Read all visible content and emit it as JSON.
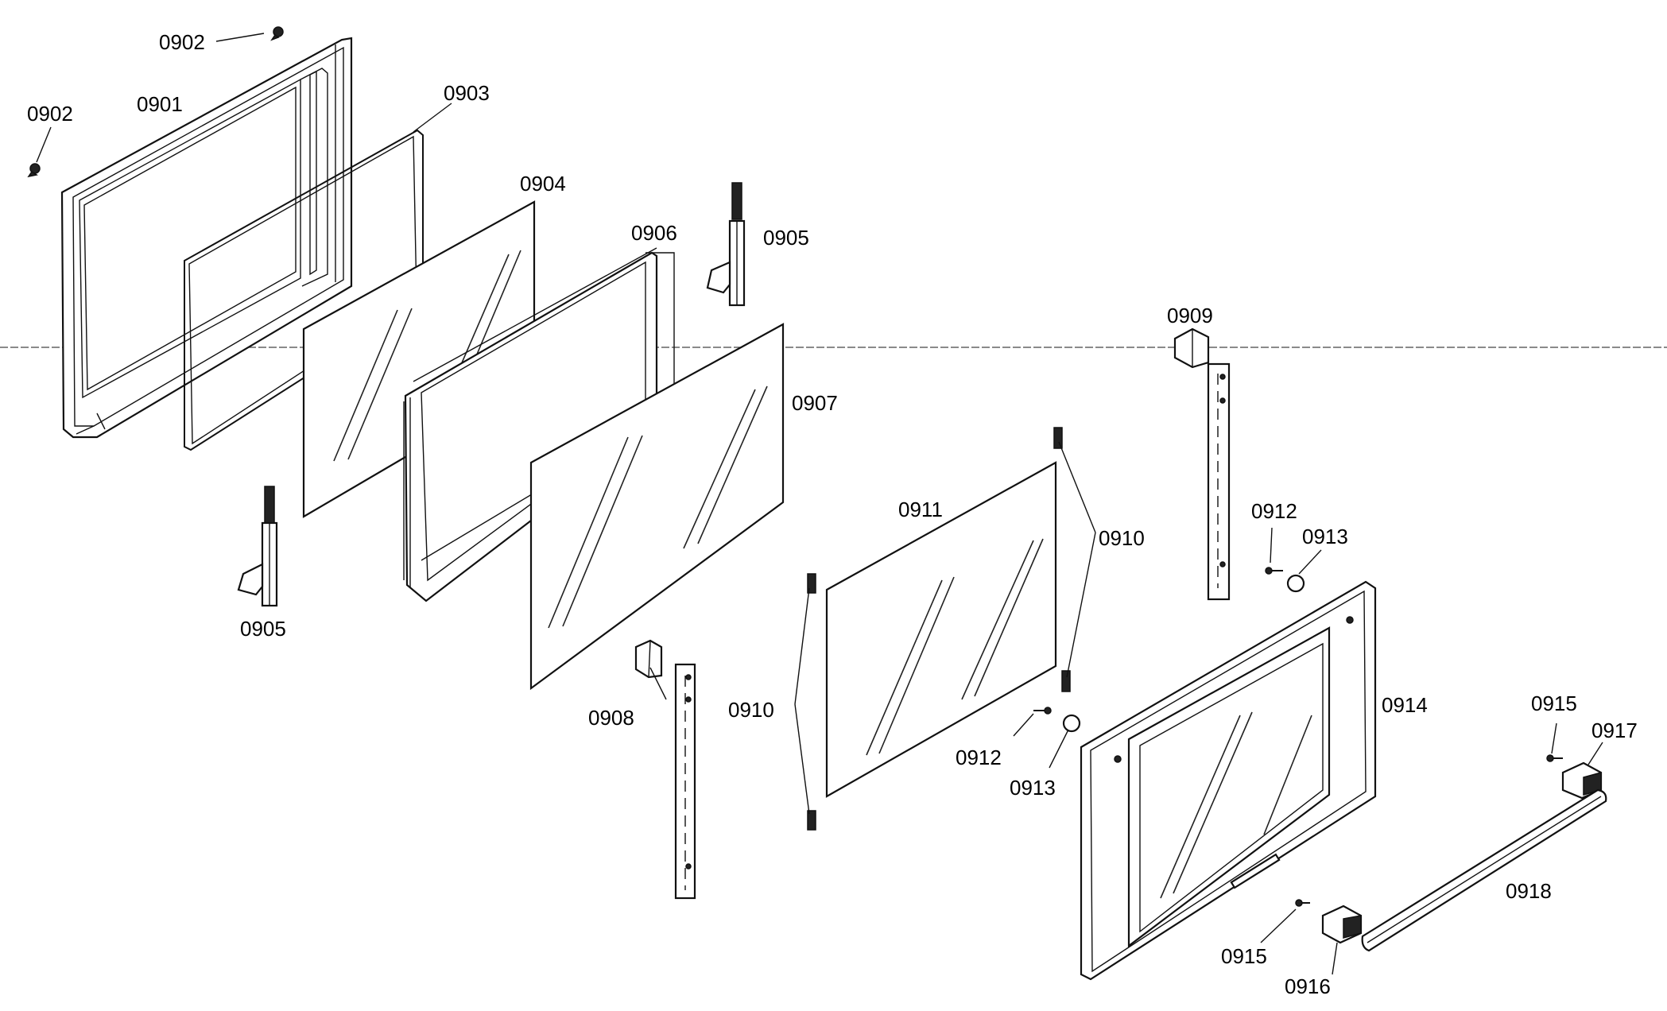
{
  "labels": {
    "p0901": "0901",
    "p0902a": "0902",
    "p0902b": "0902",
    "p0903": "0903",
    "p0904": "0904",
    "p0905a": "0905",
    "p0905b": "0905",
    "p0906": "0906",
    "p0907": "0907",
    "p0908": "0908",
    "p0909": "0909",
    "p0910a": "0910",
    "p0910b": "0910",
    "p0911": "0911",
    "p0912a": "0912",
    "p0912b": "0912",
    "p0913a": "0913",
    "p0913b": "0913",
    "p0914": "0914",
    "p0915a": "0915",
    "p0915b": "0915",
    "p0916": "0916",
    "p0917": "0917",
    "p0918": "0918"
  }
}
